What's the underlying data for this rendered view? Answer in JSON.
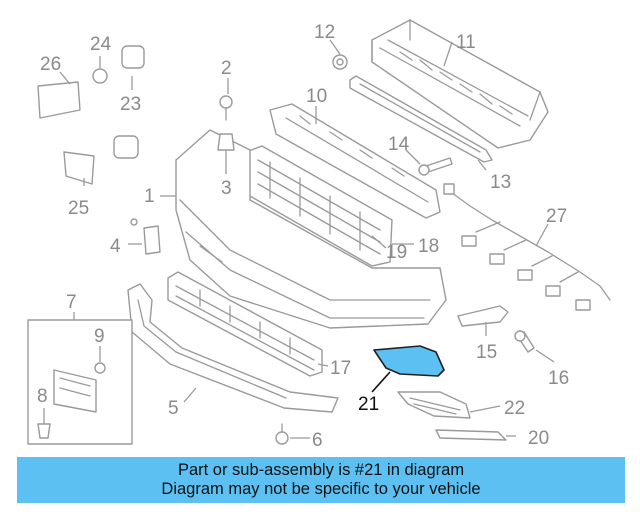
{
  "colors": {
    "highlight_fill": "#5cc0f2",
    "highlight_stroke": "#222222",
    "part_stroke": "#9a9a9a",
    "banner_bg": "#5cc0f2"
  },
  "callouts": {
    "c1": "1",
    "c2": "2",
    "c3": "3",
    "c4": "4",
    "c5": "5",
    "c6": "6",
    "c7": "7",
    "c8": "8",
    "c9": "9",
    "c10": "10",
    "c11": "11",
    "c12": "12",
    "c13": "13",
    "c14": "14",
    "c15": "15",
    "c16": "16",
    "c17": "17",
    "c18": "18",
    "c19": "19",
    "c20": "20",
    "c21": "21",
    "c22": "22",
    "c23": "23",
    "c24": "24",
    "c25": "25",
    "c26": "26",
    "c27": "27"
  },
  "highlighted_part": "21",
  "banner": {
    "line1": "Part or sub-assembly is #21 in diagram",
    "line2": "Diagram may not be specific to your vehicle"
  }
}
